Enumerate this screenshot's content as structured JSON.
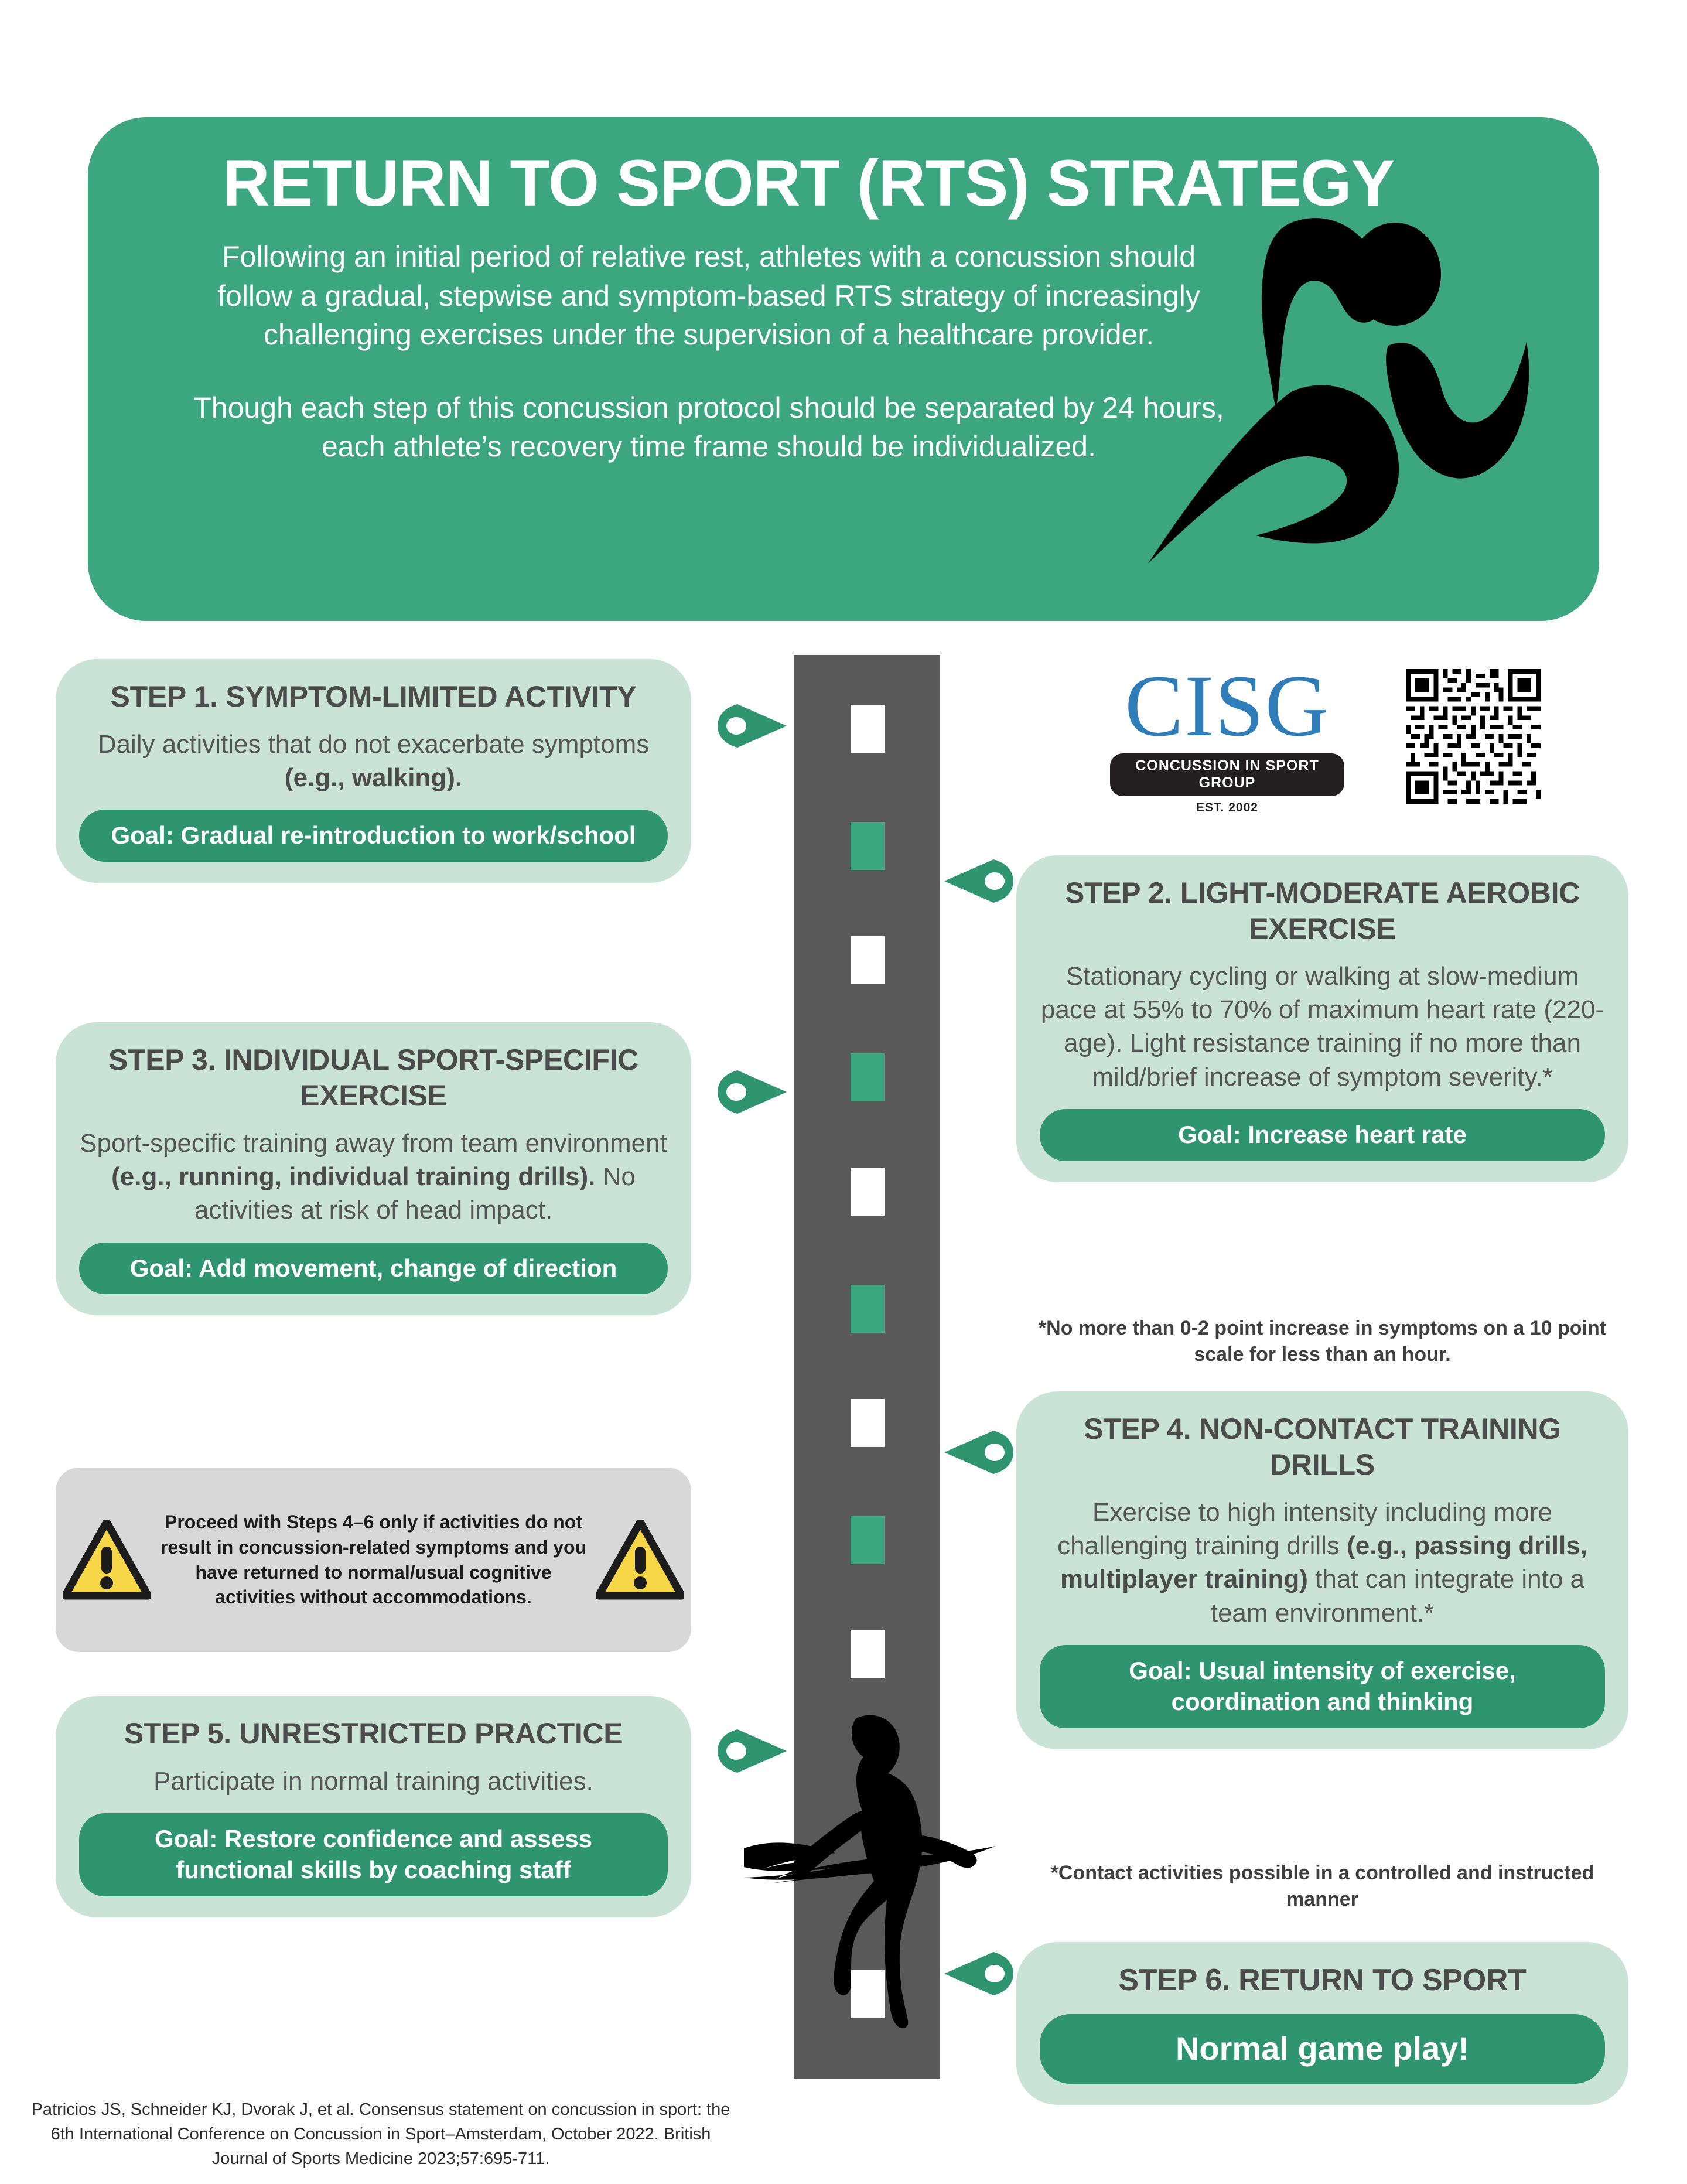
{
  "header": {
    "title": "RETURN TO SPORT (RTS) STRATEGY",
    "paragraph_1": "Following an initial period of relative rest, athletes with a concussion should follow a gradual, stepwise and symptom-based RTS strategy of increasingly challenging exercises under the supervision of a healthcare provider.",
    "paragraph_2": "Though each step of this concussion protocol should be separated by 24 hours, each athlete’s recovery time frame should be individualized.",
    "icon": "running-athlete-icon",
    "bg_color": "#3ca680"
  },
  "steps": [
    {
      "id": "step1",
      "title": "STEP 1. SYMPTOM-LIMITED ACTIVITY",
      "body_plain": "Daily activities that do not exacerbate symptoms ",
      "body_bold": "(e.g., walking).",
      "goal": "Goal: Gradual re-introduction to work/school"
    },
    {
      "id": "step2",
      "title": "STEP 2. LIGHT-MODERATE AEROBIC EXERCISE",
      "body_plain": "Stationary cycling or walking at slow-medium pace at 55% to 70% of maximum heart rate (220-age). Light resistance training if no more than mild/brief increase of symptom severity.*",
      "body_bold": "",
      "goal": "Goal: Increase heart rate"
    },
    {
      "id": "step3",
      "title": "STEP 3. INDIVIDUAL SPORT-SPECIFIC EXERCISE",
      "body_plain": "Sport-specific training away from team environment ",
      "body_bold": "(e.g., running, individual training drills).",
      "body_tail": " No activities at risk of head impact.",
      "goal": "Goal: Add movement, change of direction"
    },
    {
      "id": "step4",
      "title": "STEP 4. NON-CONTACT TRAINING DRILLS",
      "body_plain": "Exercise to high intensity including more challenging training drills ",
      "body_bold": "(e.g., passing drills, multiplayer training)",
      "body_tail": " that can integrate into a team environment.*",
      "goal": "Goal: Usual intensity of exercise, coordination and thinking"
    },
    {
      "id": "step5",
      "title": "STEP 5. UNRESTRICTED PRACTICE",
      "body_plain": "Participate in normal training activities.",
      "body_bold": "",
      "goal": "Goal: Restore confidence and assess functional skills by coaching staff"
    },
    {
      "id": "step6",
      "title": "STEP 6. RETURN TO SPORT",
      "body_plain": "",
      "body_bold": "",
      "goal": "Normal game play!"
    }
  ],
  "warning": {
    "text": "Proceed with Steps 4–6 only if activities do not result in concussion-related symptoms and you have returned to normal/usual cognitive activities without accommodations.",
    "icon": "warning-triangle-icon",
    "bg_color": "#d8d8d8",
    "icon_color": "#f7d648"
  },
  "footnotes": {
    "note_1": "*No more than 0-2 point increase in symptoms on a 10 point scale for less than an hour.",
    "note_2": "*Contact activities possible in a controlled and instructed manner"
  },
  "logo": {
    "mark": "CISG",
    "tagline": "CONCUSSION IN SPORT GROUP",
    "established": "EST. 2002",
    "qr_label": "qr-code",
    "brand_color": "#2e7cb8"
  },
  "citation": "Patricios JS, Schneider KJ, Dvorak J, et al. Consensus statement on concussion in sport: the 6th International Conference on Concussion in Sport–Amsterdam, October 2022. British Journal of Sports Medicine 2023;57:695-711.",
  "road": {
    "surface_color": "#595959",
    "dash_white": "#ffffff",
    "dash_green": "#3ca680",
    "dashes": [
      "white",
      "green",
      "white",
      "green",
      "white",
      "green",
      "white",
      "green",
      "white",
      "white"
    ],
    "marker_icon": "map-pin-marker",
    "runner_icon": "finish-line-runner-icon"
  }
}
